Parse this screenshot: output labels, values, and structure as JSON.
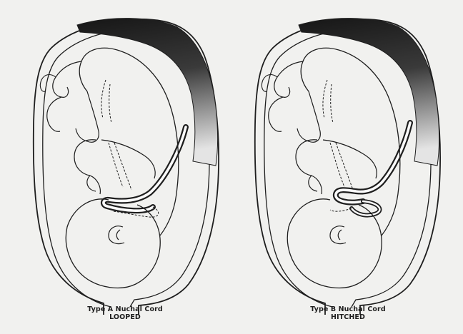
{
  "captions": {
    "type_a": {
      "title": "Type A Nuchal Cord",
      "subtitle": "LOOPED"
    },
    "type_b": {
      "title": "Type B Nuchal Cord",
      "subtitle": "HITCHED"
    }
  },
  "colors": {
    "paper": "#f1f1ef",
    "ink": "#1e1e1e",
    "placenta_dark": "#161616",
    "placenta_light": "#dcdcdc",
    "cord_fill": "#fbfbfb"
  },
  "panels": [
    {
      "id": "type-a",
      "cord_type": "looped"
    },
    {
      "id": "type-b",
      "cord_type": "hitched"
    }
  ]
}
